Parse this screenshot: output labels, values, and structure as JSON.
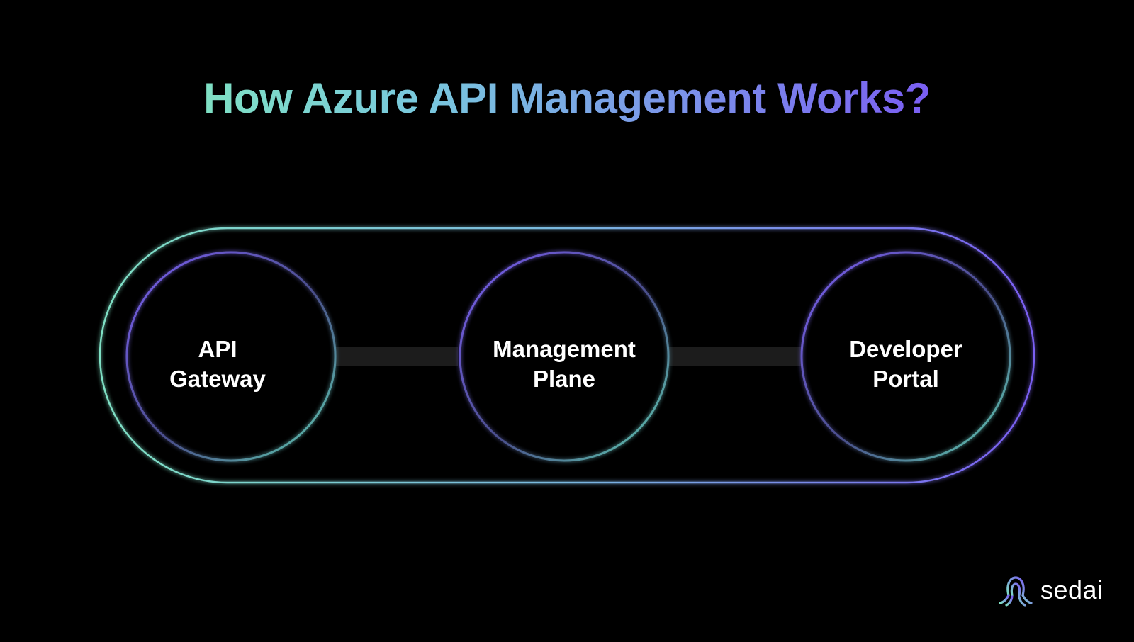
{
  "title": "How Azure API Management Works?",
  "colors": {
    "background": "#000000",
    "title_gradient_start": "#7fe0c4",
    "title_gradient_end": "#7a5ef2",
    "outline_green": "#7fe0c4",
    "outline_purple": "#7a5ef2",
    "connector": "#1c1c1c"
  },
  "nodes": [
    {
      "line1": "API",
      "line2": "Gateway"
    },
    {
      "line1": "Management",
      "line2": "Plane"
    },
    {
      "line1": "Developer",
      "line2": "Portal"
    }
  ],
  "brand": {
    "name": "sedai",
    "icon": "sedai-octopus-logo-icon"
  }
}
